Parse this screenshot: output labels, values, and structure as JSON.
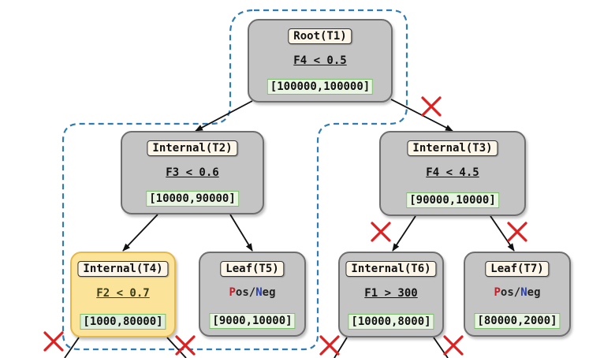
{
  "nodes": {
    "t1": {
      "title": "Root(T1)",
      "condition": "F4 < 0.5",
      "counts": "[100000,100000]"
    },
    "t2": {
      "title": "Internal(T2)",
      "condition": "F3 < 0.6",
      "counts": "[10000,90000]"
    },
    "t3": {
      "title": "Internal(T3)",
      "condition": "F4 < 4.5",
      "counts": "[90000,10000]"
    },
    "t4": {
      "title": "Internal(T4)",
      "condition": "F2 < 0.7",
      "counts": "[1000,80000]"
    },
    "t5": {
      "title": "Leaf(T5)",
      "class_p": "P",
      "class_os": "os/",
      "class_n": "N",
      "class_eg": "eg",
      "counts": "[9000,10000]"
    },
    "t6": {
      "title": "Internal(T6)",
      "condition": "F1 > 300",
      "counts": "[10000,8000]"
    },
    "t7": {
      "title": "Leaf(T7)",
      "class_p": "P",
      "class_os": "os/",
      "class_n": "N",
      "class_eg": "eg",
      "counts": "[80000,2000]"
    }
  },
  "colors": {
    "node_fill": "#c4c4c4",
    "highlight_fill": "#fbe39a",
    "dashed_outline": "#2f7bb3",
    "cross": "#e02020",
    "pos": "#c0202a",
    "neg": "#2a3fa6"
  }
}
